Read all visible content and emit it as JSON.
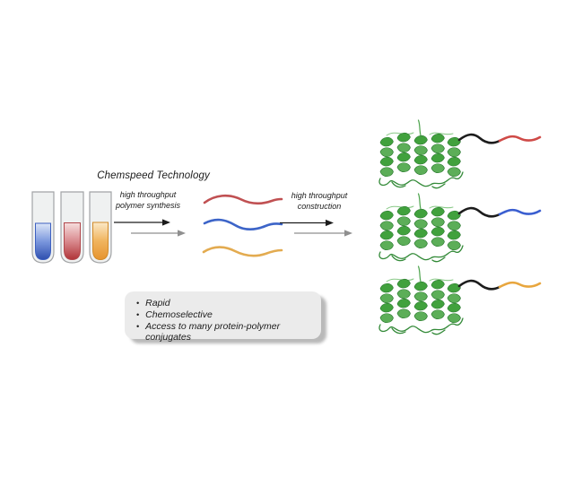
{
  "figure": {
    "title": "Chemspeed Technology",
    "step1": {
      "line1": "high throughput",
      "line2": "polymer synthesis"
    },
    "step2": {
      "line1": "high throughput",
      "line2": "construction"
    },
    "features": {
      "bullet": "•",
      "items": [
        "Rapid",
        "Chemoselective",
        "Access to many protein-polymer conjugates"
      ]
    }
  },
  "colors": {
    "arrow_primary": "#1c1c1c",
    "arrow_secondary": "#8f8f8f",
    "protein_green": "#41a13d",
    "text": "#1b1b1b",
    "box_background": "#ebebeb",
    "box_shadow": "#b9b9b9"
  },
  "tubes": [
    {
      "name": "blue-monomer-tube",
      "stroke": "#3c5fc0",
      "gradient": [
        "#dce6f8",
        "#7b97dd",
        "#2e4fae"
      ]
    },
    {
      "name": "red-monomer-tube",
      "stroke": "#b2484c",
      "gradient": [
        "#f6dede",
        "#d98a8e",
        "#b03438"
      ]
    },
    {
      "name": "orange-monomer-tube",
      "stroke": "#d28a28",
      "gradient": [
        "#fbe9c8",
        "#f0b45e",
        "#e6942e"
      ]
    }
  ],
  "polymers": [
    {
      "name": "red-polymer",
      "color": "#c05052"
    },
    {
      "name": "blue-polymer",
      "color": "#3c64c8"
    },
    {
      "name": "yellow-polymer",
      "color": "#e3ab50"
    }
  ],
  "conjugates": [
    {
      "name": "protein-red-polymer-conjugate",
      "linker": "#1c1c1c",
      "tail": "#cf4a47"
    },
    {
      "name": "protein-blue-polymer-conjugate",
      "linker": "#1c1c1c",
      "tail": "#3a5ed0"
    },
    {
      "name": "protein-yellow-polymer-conjugate",
      "linker": "#1c1c1c",
      "tail": "#e8a63e"
    }
  ]
}
